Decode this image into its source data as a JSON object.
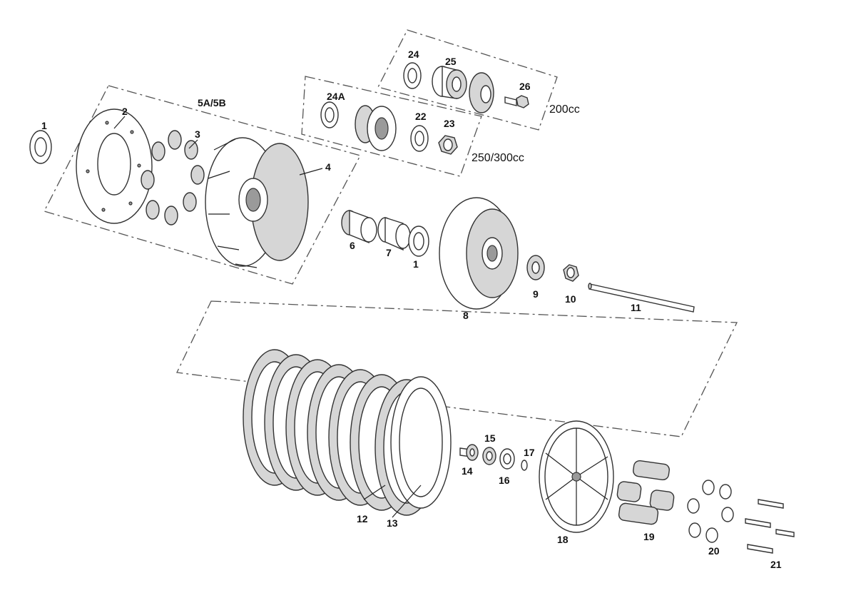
{
  "diagram": {
    "variant_labels": {
      "cc200": "200cc",
      "cc250_300": "250/300cc",
      "basket_variant": "5A/5B"
    },
    "callouts": {
      "p1a": "1",
      "p2": "2",
      "p3": "3",
      "p4": "4",
      "p6": "6",
      "p7": "7",
      "p1b": "1",
      "p8": "8",
      "p9": "9",
      "p10": "10",
      "p11": "11",
      "p12": "12",
      "p13": "13",
      "p14": "14",
      "p15": "15",
      "p16": "16",
      "p17": "17",
      "p18": "18",
      "p19": "19",
      "p20": "20",
      "p21": "21",
      "p22": "22",
      "p23": "23",
      "p24": "24",
      "p24a": "24A",
      "p25": "25",
      "p26": "26"
    }
  }
}
